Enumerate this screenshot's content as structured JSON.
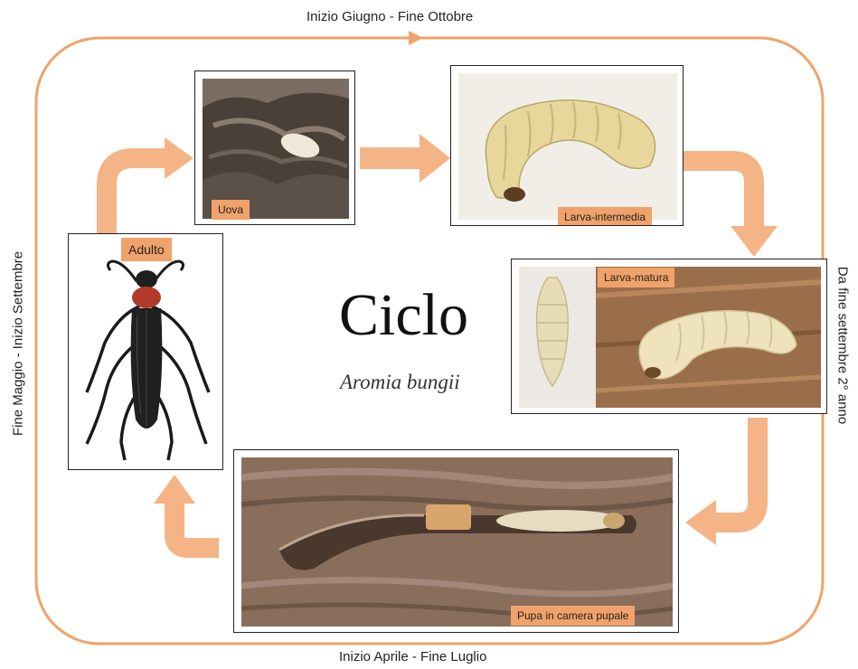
{
  "edges": {
    "top": "Inizio Giugno - Fine Ottobre",
    "bottom": "Inizio Aprile - Fine Luglio",
    "left": "Fine Maggio - Inizio Settembre",
    "right": "Da fine settembre 2° anno"
  },
  "center": {
    "title": "Ciclo",
    "subtitle": "Aromia bungii"
  },
  "stages": {
    "adult": "Adulto",
    "eggs": "Uova",
    "larva_intermediate": "Larva-intermedia",
    "larva_mature": "Larva-matura",
    "pupa": "Pupa in camera pupale"
  },
  "colors": {
    "cycle_line": "#f0a26a",
    "arrow": "#f4b485",
    "label_bg": "#f0a26a"
  }
}
